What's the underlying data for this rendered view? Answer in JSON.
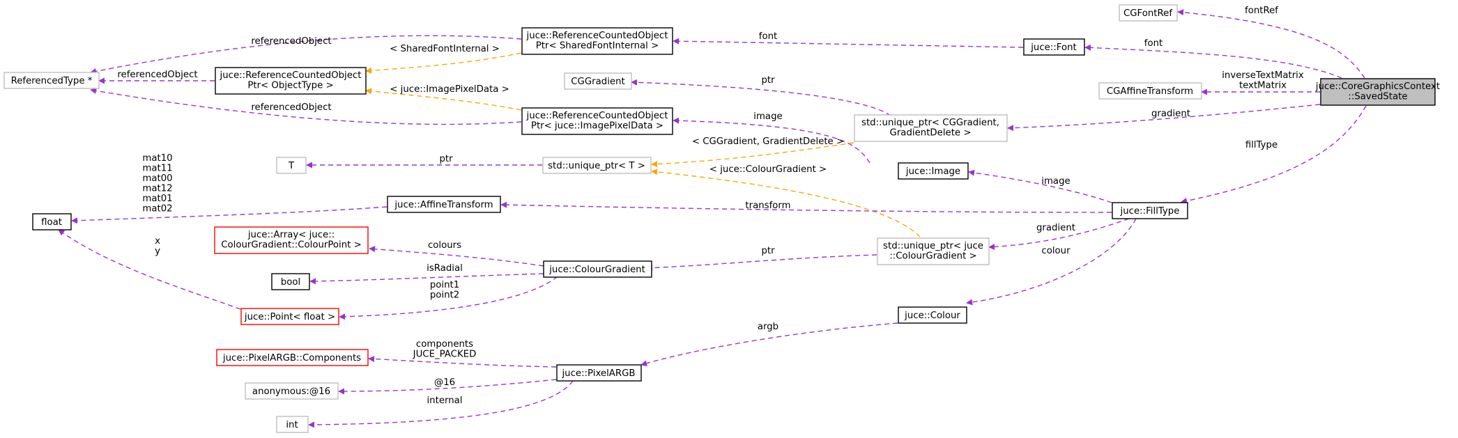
{
  "colors": {
    "usage_edge": "#9a32cd",
    "template_edge": "#ffa500",
    "focus_fill": "#bfbfbf",
    "documented_border": "#000000",
    "undocumented_border": "#bfbfbf",
    "incomplete_border": "#ff0000"
  },
  "nodes": {
    "saved_state": [
      "juce::CoreGraphicsContext",
      "::SavedState"
    ],
    "cgfontref": [
      "CGFontRef"
    ],
    "cgaffine": [
      "CGAffineTransform"
    ],
    "font": [
      "juce::Font"
    ],
    "rco_font": [
      "juce::ReferenceCountedObject",
      "Ptr< SharedFontInternal >"
    ],
    "rco_obj": [
      "juce::ReferenceCountedObject",
      "Ptr< ObjectType >"
    ],
    "rco_img": [
      "juce::ReferenceCountedObject",
      "Ptr< juce::ImagePixelData >"
    ],
    "reftype": [
      "ReferencedType *"
    ],
    "cggradient": [
      "CGGradient"
    ],
    "uptr_cg": [
      "std::unique_ptr< CGGradient,",
      "GradientDelete >"
    ],
    "uptr_t": [
      "std::unique_ptr< T >"
    ],
    "t": [
      "T"
    ],
    "image": [
      "juce::Image"
    ],
    "filltype": [
      "juce::FillType"
    ],
    "affine": [
      "juce::AffineTransform"
    ],
    "float": [
      "float"
    ],
    "array_cp": [
      "juce::Array< juce::",
      "ColourGradient::ColourPoint >"
    ],
    "bool": [
      "bool"
    ],
    "colgrad": [
      "juce::ColourGradient"
    ],
    "point": [
      "juce::Point< float >"
    ],
    "uptr_cgr": [
      "std::unique_ptr< juce",
      "::ColourGradient >"
    ],
    "colour": [
      "juce::Colour"
    ],
    "pxcomp": [
      "juce::PixelARGB::Components"
    ],
    "pixelargb": [
      "juce::PixelARGB"
    ],
    "anon": [
      "anonymous:@16"
    ],
    "int": [
      "int"
    ]
  },
  "edge_labels": {
    "fontRef": [
      "fontRef"
    ],
    "font_savedstate": [
      "font"
    ],
    "font_rco": [
      "font"
    ],
    "textmatrix": [
      "inverseTextMatrix",
      "textMatrix"
    ],
    "gradient_saved": [
      "gradient"
    ],
    "filltype_saved": [
      "fillType"
    ],
    "refobj_top": [
      "referencedObject"
    ],
    "refobj_mid": [
      "referencedObject"
    ],
    "refobj_bottom": [
      "referencedObject"
    ],
    "shared_font_internal": [
      "< SharedFontInternal >"
    ],
    "image_pixel_data": [
      "< juce::ImagePixelData >"
    ],
    "ptr_cg": [
      "ptr"
    ],
    "image_rco": [
      "image"
    ],
    "cggradient_delete": [
      "< CGGradient, GradientDelete >"
    ],
    "colour_gradient_tmpl": [
      "< juce::ColourGradient >"
    ],
    "ptr_t": [
      "ptr"
    ],
    "image_fill": [
      "image"
    ],
    "transform": [
      "transform"
    ],
    "gradient_fill": [
      "gradient"
    ],
    "colour_fill": [
      "colour"
    ],
    "ptr_cgr": [
      "ptr"
    ],
    "mat": [
      "mat10",
      "mat11",
      "mat00",
      "mat12",
      "mat01",
      "mat02"
    ],
    "xy": [
      "x",
      "y"
    ],
    "colours": [
      "colours"
    ],
    "isRadial": [
      "isRadial"
    ],
    "points": [
      "point1",
      "point2"
    ],
    "argb": [
      "argb"
    ],
    "components": [
      "components",
      "JUCE_PACKED"
    ],
    "at16": [
      "@16"
    ],
    "internal": [
      "internal"
    ]
  }
}
